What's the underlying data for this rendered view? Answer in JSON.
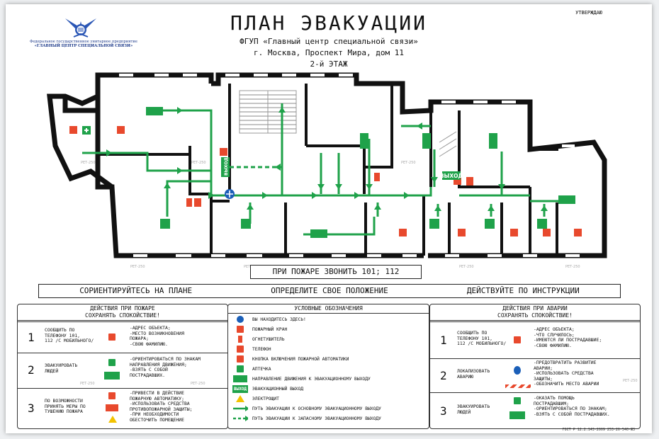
{
  "header": {
    "approve": "УТВЕРЖДАЮ",
    "title": "ПЛАН ЭВАКУАЦИИ",
    "org_full": "ФГУП «Главный центр специальной связи»",
    "address": "г. Москва, Проспект Мира, дом 11",
    "floor": "2-й ЭТАЖ"
  },
  "logo": {
    "line1": "Федеральное государственное унитарное предприятие",
    "line2": "«ГЛАВНЫЙ ЦЕНТР СПЕЦИАЛЬНОЙ СВЯЗИ»"
  },
  "plan": {
    "exit_label_main": "ВЫХОД",
    "exit_label_vertical": "ВЫХОД",
    "ret_label": "РЕТ-250",
    "colors": {
      "wall": "#111111",
      "route": "#1fa24a",
      "red": "#e8492d",
      "here": "#1b5fb8"
    }
  },
  "fire_call": "ПРИ ПОЖАРЕ ЗВОНИТЬ 101; 112",
  "steps": [
    "СОРИЕНТИРУЙТЕСЬ НА ПЛАНЕ",
    "ОПРЕДЕЛИТЕ СВОЕ ПОЛОЖЕНИЕ",
    "ДЕЙСТВУЙТЕ ПО ИНСТРУКЦИИ"
  ],
  "fire_actions": {
    "title1": "ДЕЙСТВИЯ ПРИ ПОЖАРЕ",
    "title2": "СОХРАНЯТЬ СПОКОЙСТВИЕ!",
    "rows": [
      {
        "num": "1",
        "action": "СООБЩИТЬ ПО\nТЕЛЕФОНУ 101,\n112 /С МОБИЛЬНОГО/",
        "details": "-АДРЕС ОБЪЕКТА;\n-МЕСТО ВОЗНИКНОВЕНИЯ\nПОЖАРА;\n-СВОЮ ФАМИЛИЮ."
      },
      {
        "num": "2",
        "action": "ЭВАКУИРОВАТЬ\nЛЮДЕЙ",
        "details": "-ОРИЕНТИРОВАТЬСЯ ПО ЗНАКАМ\nНАПРАВЛЕНИЯ ДВИЖЕНИЯ;\n-ВЗЯТЬ С СОБОЙ\nПОСТРАДАВШИХ."
      },
      {
        "num": "3",
        "action": "ПО ВОЗМОЖНОСТИ\nПРИНЯТЬ МЕРЫ ПО\nТУШЕНИЮ ПОЖАРА",
        "details": "-ПРИВЕСТИ В ДЕЙСТВИЕ\nПОЖАРНУЮ АВТОМАТИКУ;\n-ИСПОЛЬЗОВАТЬ СРЕДСТВА\nПРОТИВОПОЖАРНОЙ ЗАЩИТЫ;\n-ПРИ НЕОБХОДИМОСТИ\nОБЕСТОЧИТЬ ПОМЕЩЕНИЕ"
      }
    ]
  },
  "legend": {
    "title": "УСЛОВНЫЕ ОБОЗНАЧЕНИЯ",
    "exit_badge": "ВЫХОД",
    "items": [
      "ВЫ НАХОДИТЕСЬ ЗДЕСЬ!",
      "ПОЖАРНЫЙ КРАН",
      "ОГНЕТУШИТЕЛЬ",
      "ТЕЛЕФОН",
      "КНОПКА ВКЛЮЧЕНИЯ ПОЖАРНОЙ АВТОМАТИКИ",
      "АПТЕЧКА",
      "НАПРАВЛЕНИЕ ДВИЖЕНИЯ К ЭВАКУАЦИОННОМУ ВЫХОДУ",
      "ЭВАКУАЦИОННЫЙ ВЫХОД",
      "ЭЛЕКТРОЩИТ",
      "ПУТЬ ЭВАКУАЦИИ К ОСНОВНОМУ ЭВАКУАЦИОННОМУ ВЫХОДУ",
      "ПУТЬ ЭВАКУАЦИИ К ЗАПАСНОМУ ЭВАКУАЦИОННОМУ ВЫХОДУ"
    ]
  },
  "accident_actions": {
    "title1": "ДЕЙСТВИЯ ПРИ АВАРИИ",
    "title2": "СОХРАНЯТЬ СПОКОЙСТВИЕ!",
    "rows": [
      {
        "num": "1",
        "action": "СООБЩИТЬ ПО\nТЕЛЕФОНУ 101,\n112 /С МОБИЛЬНОГО/",
        "details": "-АДРЕС ОБЪЕКТА;\n-ЧТО СЛУЧИЛОСЬ;\n-ИМЕЮТСЯ ЛИ ПОСТРАДАВШИЕ;\n-СВОЮ ФАМИЛИЮ."
      },
      {
        "num": "2",
        "action": "ЛОКАЛИЗОВАТЬ\nАВАРИЮ",
        "details": "-ПРЕДОТВРАТИТЬ РАЗВИТИЕ\nАВАРИИ;\n-ИСПОЛЬЗОВАТЬ СРЕДСТВА\nЗАЩИТЫ;\n-ОБОЗНАЧИТЬ МЕСТО АВАРИИ"
      },
      {
        "num": "3",
        "action": "ЭВАКУИРОВАТЬ\nЛЮДЕЙ",
        "details": "-ОКАЗАТЬ ПОМОЩЬ\nПОСТРАДАВШИМ;\n-ОРИЕНТИРОВАТЬСЯ ПО ЗНАКАМ;\n-ВЗЯТЬ С СОБОЙ ПОСТРАДАВШИХ."
      }
    ]
  },
  "gost": "ГОСТ Р 12.2.143-2009 253-26-540-Ж3"
}
